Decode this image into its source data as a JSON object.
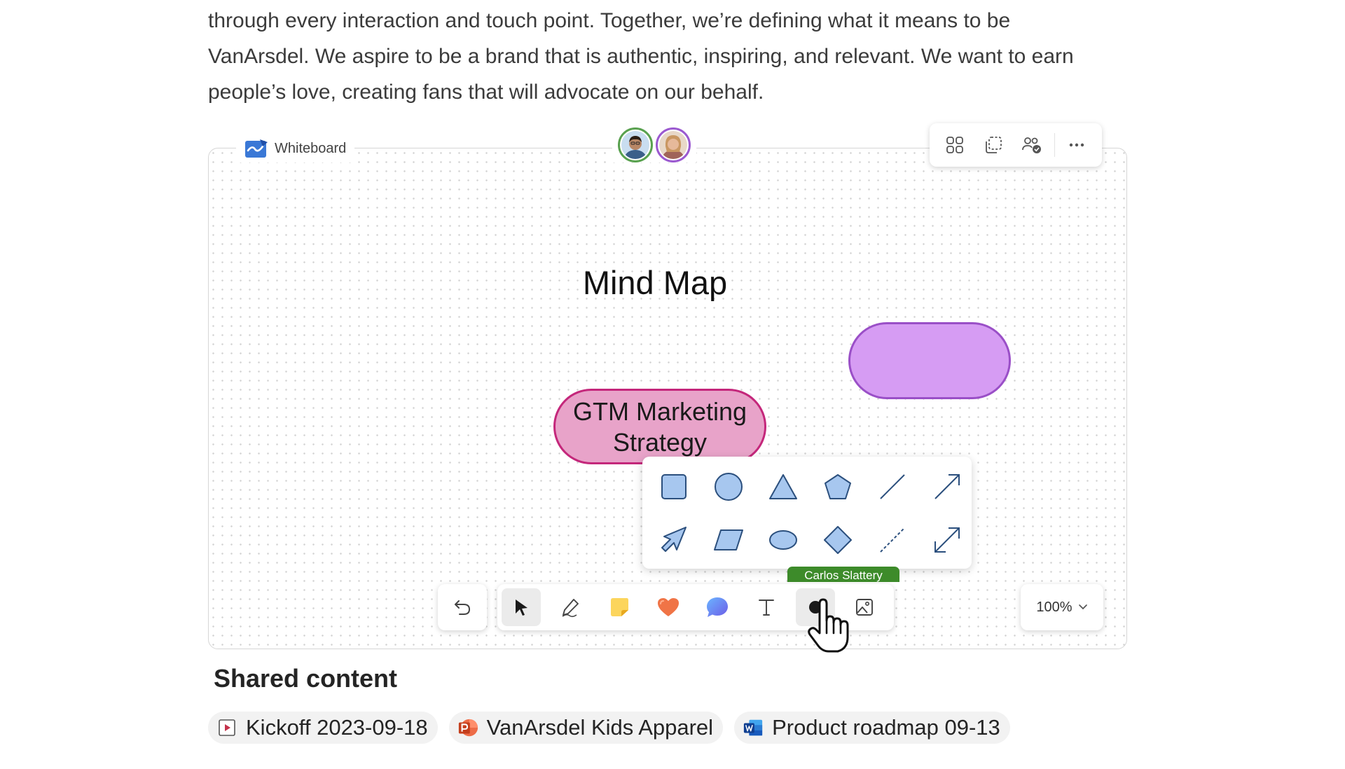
{
  "intro": {
    "line1": "through every interaction and touch point. Together, we’re defining what it means to be",
    "line2": "VanArsdel. We aspire to be a brand that is authentic, inspiring, and relevant. We want to earn",
    "line3": "people’s love, creating fans that will advocate on our behalf."
  },
  "whiteboard": {
    "label": "Whiteboard",
    "title": "Mind Map",
    "nodes": {
      "gtm_line1": "GTM Marketing",
      "gtm_line2": "Strategy"
    },
    "collaborator_tag": "Carlos Slattery",
    "zoom": "100%",
    "colors": {
      "gtm_fill": "#e8a3c9",
      "gtm_border": "#c4277b",
      "purple_fill": "#d69cf3",
      "purple_border": "#9a4fc7",
      "shape_fill": "#a7c7ef",
      "shape_stroke": "#2b4f7d",
      "collab_tag": "#3d8b2a"
    },
    "top_toolbar_icons": [
      "apps-grid-icon",
      "select-area-icon",
      "people-settings-icon",
      "more-icon"
    ],
    "shape_palette": [
      "square",
      "circle",
      "triangle",
      "pentagon",
      "line",
      "arrow-line",
      "block-arrow",
      "parallelogram",
      "ellipse",
      "diamond",
      "dashed-line",
      "double-arrow-line"
    ],
    "toolbar_icons": [
      "undo-icon",
      "select-icon",
      "pen-icon",
      "sticky-note-icon",
      "reaction-heart-icon",
      "comment-bubble-icon",
      "text-icon",
      "shapes-icon",
      "image-icon"
    ]
  },
  "shared": {
    "title": "Shared content",
    "items": [
      {
        "label": "Kickoff 2023-09-18",
        "icon": "video-icon"
      },
      {
        "label": "VanArsdel Kids Apparel",
        "icon": "powerpoint-icon"
      },
      {
        "label": "Product roadmap 09-13",
        "icon": "word-icon"
      }
    ]
  }
}
